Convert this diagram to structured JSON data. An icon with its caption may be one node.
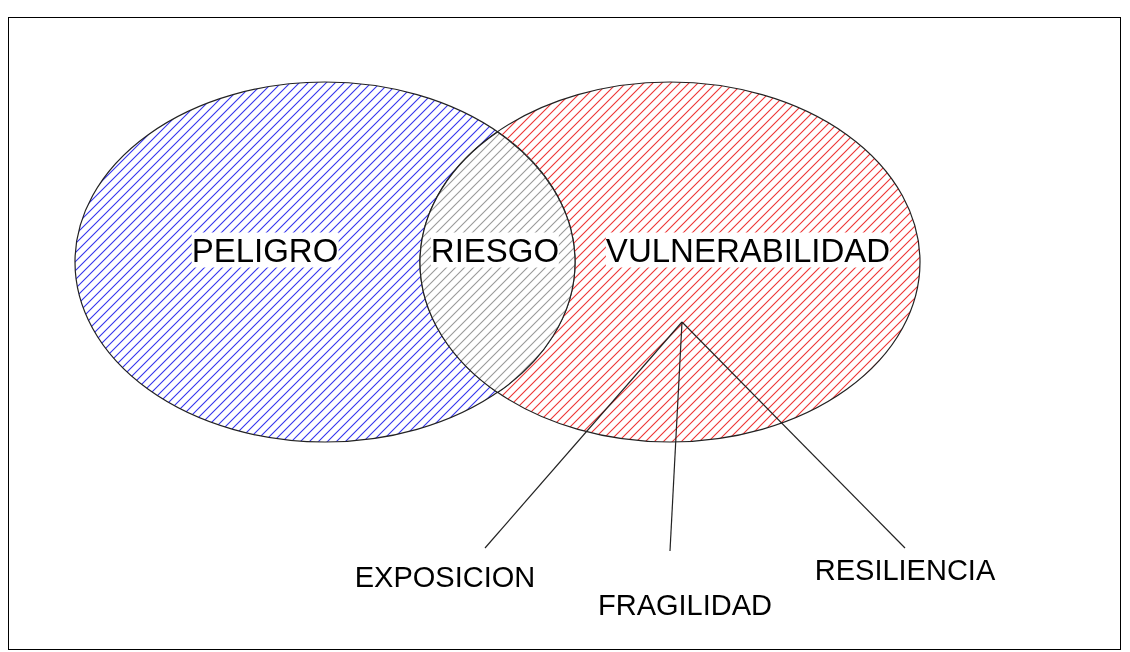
{
  "diagram": {
    "nodes": [
      {
        "text": [
          "PELIGRO"
        ]
      },
      {
        "text": [
          "VULNERABILIDAD"
        ]
      },
      {
        "text": [
          "RIESGO"
        ]
      },
      {
        "text": [
          "EXPOSICION"
        ]
      },
      {
        "text": [
          "FRAGILIDAD"
        ]
      },
      {
        "text": [
          "RESILIENCIA"
        ]
      }
    ],
    "edges": [
      {
        "from": 3,
        "to": 1,
        "arrow": "none"
      },
      {
        "from": 4,
        "to": 1,
        "arrow": "none"
      },
      {
        "from": 5,
        "to": 1,
        "arrow": "none"
      }
    ]
  }
}
